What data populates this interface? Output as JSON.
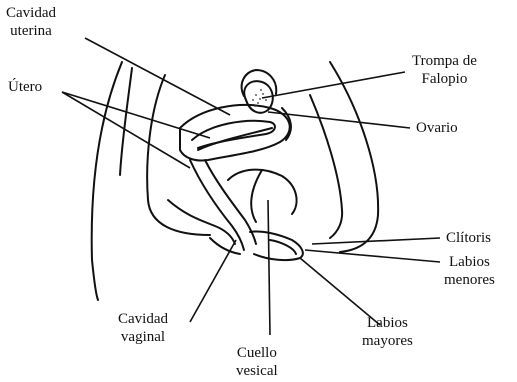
{
  "labels": {
    "cavidad_uterina": "Cavidad\nuterina",
    "utero": "Útero",
    "trompa": "Trompa de\nFalopio",
    "ovario": "Ovario",
    "clitoris": "Clítoris",
    "labios_menores": "Labios\nmenores",
    "cavidad_vaginal": "Cavidad\nvaginal",
    "labios_mayores": "Labios\nmayores",
    "cuello_vesical": "Cuello\nvesical"
  }
}
